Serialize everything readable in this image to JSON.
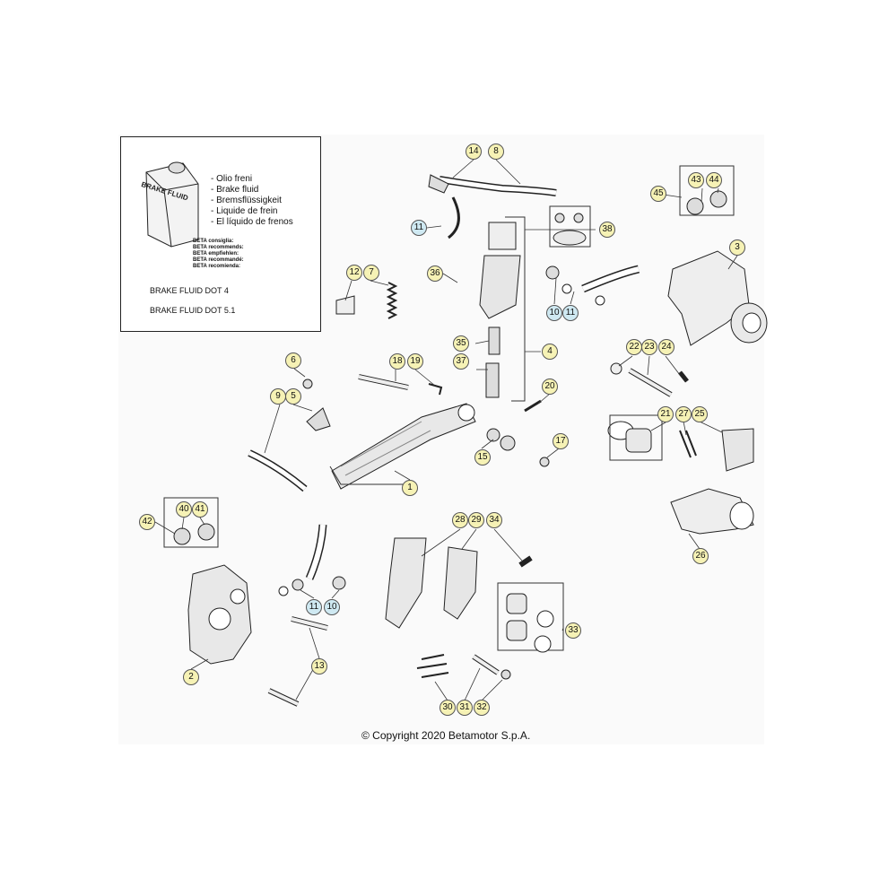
{
  "legend": {
    "bottle_label": "BRAKE FLUID",
    "fluid_names": [
      "- Olio freni",
      "- Brake fluid",
      "- Bremsflüssigkeit",
      "- Liquide de frein",
      "- El líquido de frenos"
    ],
    "beta_recommends": [
      "BETA consiglia:",
      "BETA recommends:",
      "BETA empfiehlen:",
      "BETA recommandé:",
      "BETA recomienda:"
    ],
    "dot4": "BRAKE FLUID DOT 4",
    "dot51": "BRAKE FLUID DOT 5.1"
  },
  "callouts": [
    {
      "label": "14",
      "color": "yellow"
    },
    {
      "label": "8",
      "color": "yellow"
    },
    {
      "label": "11",
      "color": "blue"
    },
    {
      "label": "38",
      "color": "yellow"
    },
    {
      "label": "43",
      "color": "yellow"
    },
    {
      "label": "44",
      "color": "yellow"
    },
    {
      "label": "45",
      "color": "yellow"
    },
    {
      "label": "3",
      "color": "yellow"
    },
    {
      "label": "12",
      "color": "yellow"
    },
    {
      "label": "7",
      "color": "yellow"
    },
    {
      "label": "36",
      "color": "yellow"
    },
    {
      "label": "10",
      "color": "blue"
    },
    {
      "label": "11",
      "color": "blue"
    },
    {
      "label": "35",
      "color": "yellow"
    },
    {
      "label": "4",
      "color": "yellow"
    },
    {
      "label": "22",
      "color": "yellow"
    },
    {
      "label": "23",
      "color": "yellow"
    },
    {
      "label": "24",
      "color": "yellow"
    },
    {
      "label": "6",
      "color": "yellow"
    },
    {
      "label": "18",
      "color": "yellow"
    },
    {
      "label": "19",
      "color": "yellow"
    },
    {
      "label": "37",
      "color": "yellow"
    },
    {
      "label": "9",
      "color": "yellow"
    },
    {
      "label": "5",
      "color": "yellow"
    },
    {
      "label": "20",
      "color": "yellow"
    },
    {
      "label": "21",
      "color": "yellow"
    },
    {
      "label": "27",
      "color": "yellow"
    },
    {
      "label": "25",
      "color": "yellow"
    },
    {
      "label": "17",
      "color": "yellow"
    },
    {
      "label": "15",
      "color": "yellow"
    },
    {
      "label": "1",
      "color": "yellow"
    },
    {
      "label": "40",
      "color": "yellow"
    },
    {
      "label": "41",
      "color": "yellow"
    },
    {
      "label": "42",
      "color": "yellow"
    },
    {
      "label": "28",
      "color": "yellow"
    },
    {
      "label": "29",
      "color": "yellow"
    },
    {
      "label": "34",
      "color": "yellow"
    },
    {
      "label": "26",
      "color": "yellow"
    },
    {
      "label": "11",
      "color": "blue"
    },
    {
      "label": "10",
      "color": "blue"
    },
    {
      "label": "33",
      "color": "yellow"
    },
    {
      "label": "2",
      "color": "yellow"
    },
    {
      "label": "13",
      "color": "yellow"
    },
    {
      "label": "30",
      "color": "yellow"
    },
    {
      "label": "31",
      "color": "yellow"
    },
    {
      "label": "32",
      "color": "yellow"
    }
  ],
  "colors": {
    "callout_yellow": "#f6f2b5",
    "callout_blue": "#cfe9f2",
    "line": "#333333"
  },
  "copyright": "© Copyright 2020 Betamotor S.p.A."
}
